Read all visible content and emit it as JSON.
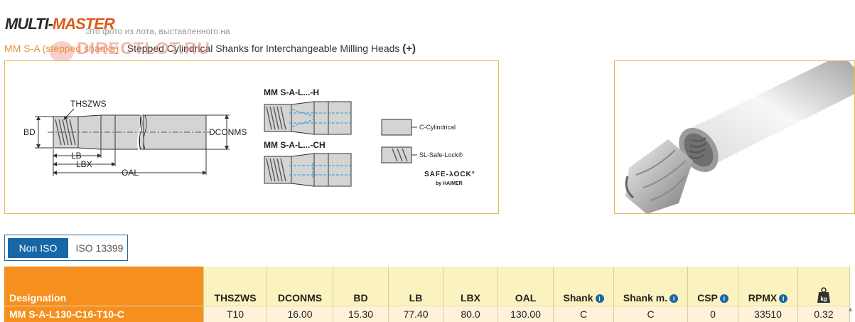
{
  "header": {
    "logo_part1": "MULTI-",
    "logo_part2": "MASTER",
    "watermark_small": "Это фото из лота, выставленного на",
    "watermark_large": "DIRECTLOT.RU",
    "subtitle_brand": "MM S-A (stepped shanks) : ",
    "subtitle_text": "Stepped Cylindrical Shanks for Interchangeable Milling Heads ",
    "subtitle_plus": "(+)"
  },
  "diagram": {
    "label_thszws": "THSZWS",
    "label_bd": "BD",
    "label_dconms": "DCONMS",
    "label_lb": "LB",
    "label_lbx": "LBX",
    "label_oal": "OAL",
    "variant_h": "MM S-A-L...-H",
    "variant_ch": "MM S-A-L...-CH",
    "shank_c": "C-Cylindrical",
    "shank_sl": "SL-Safe-Lock®",
    "safelock_logo": "SAFE-λOCK°",
    "safelock_by": "by HAIMER"
  },
  "tabs": {
    "non_iso": "Non ISO",
    "iso": "ISO 13399"
  },
  "table": {
    "columns": [
      "Designation",
      "THSZWS",
      "DCONMS",
      "BD",
      "LB",
      "LBX",
      "OAL",
      "Shank",
      "Shank m.",
      "CSP",
      "RPMX",
      "kg"
    ],
    "rows": [
      [
        "MM S-A-L130-C16-T10-C",
        "T10",
        "16.00",
        "15.30",
        "77.40",
        "80.0",
        "130.00",
        "C",
        "C",
        "0",
        "33510",
        "0.32"
      ]
    ]
  },
  "colors": {
    "accent_orange": "#f5901e",
    "header_yellow": "#fbf3bf",
    "row_cream": "#fff2d9",
    "tab_blue": "#1766a6",
    "panel_border": "#e7b95a"
  }
}
